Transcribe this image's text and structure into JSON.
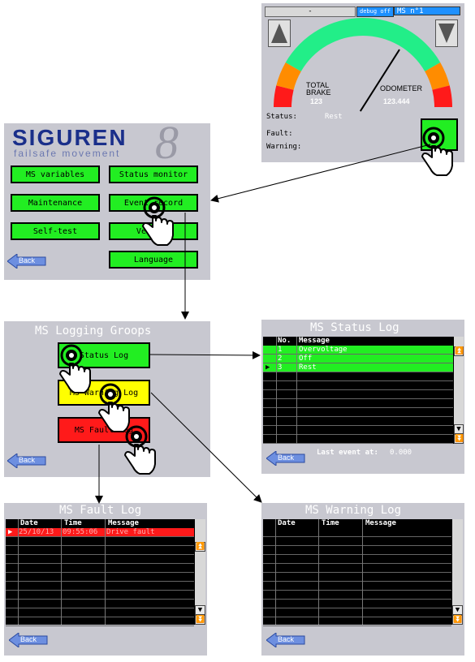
{
  "odometer_screen": {
    "header_left": "-",
    "debug_label": "debug off",
    "unit_label": "MS n°1",
    "total_brake_label_1": "TOTAL",
    "total_brake_label_2": "BRAKE",
    "total_brake_value": "123",
    "odometer_label": "ODOMETER",
    "odometer_value": "123.444",
    "status_label": "Status:",
    "status_value": "Rest",
    "fault_label": "Fault:",
    "warning_label": "Warning:",
    "gauge_needle_fraction": 0.68
  },
  "main_menu": {
    "logo_text": "SIGUREN",
    "logo_tagline": "failsafe movement",
    "logo_mark": "8",
    "buttons": [
      "MS variables",
      "Status monitor",
      "Maintenance",
      "Event record",
      "Self-test",
      "Version",
      "Language"
    ],
    "back_label": "Back"
  },
  "logging_groups": {
    "title": "MS Logging Groops",
    "buttons": [
      "Status Log",
      "MS Warning Log",
      "MS Fault Log"
    ],
    "back_label": "Back"
  },
  "status_log": {
    "title": "MS Status Log",
    "columns": [
      "No.",
      "Message"
    ],
    "rows": [
      {
        "no": "1",
        "message": "Overvoltage"
      },
      {
        "no": "2",
        "message": "Off"
      },
      {
        "no": "3",
        "message": "Rest"
      }
    ],
    "last_event_label": "Last event at:",
    "last_event_value": "0.000",
    "back_label": "Back"
  },
  "fault_log": {
    "title": "MS Fault Log",
    "columns": [
      "Date",
      "Time",
      "Message"
    ],
    "rows": [
      {
        "date": "25/10/13",
        "time": "09:55:06",
        "message": "Drive fault"
      }
    ],
    "back_label": "Back"
  },
  "warning_log": {
    "title": "MS Warning Log",
    "columns": [
      "Date",
      "Time",
      "Message"
    ],
    "back_label": "Back"
  },
  "colors": {
    "panel": "#c8c8d0",
    "green": "#22ee22",
    "yellow": "#ffff00",
    "red": "#ff1a1a",
    "logo_blue": "#1a2f8a"
  }
}
